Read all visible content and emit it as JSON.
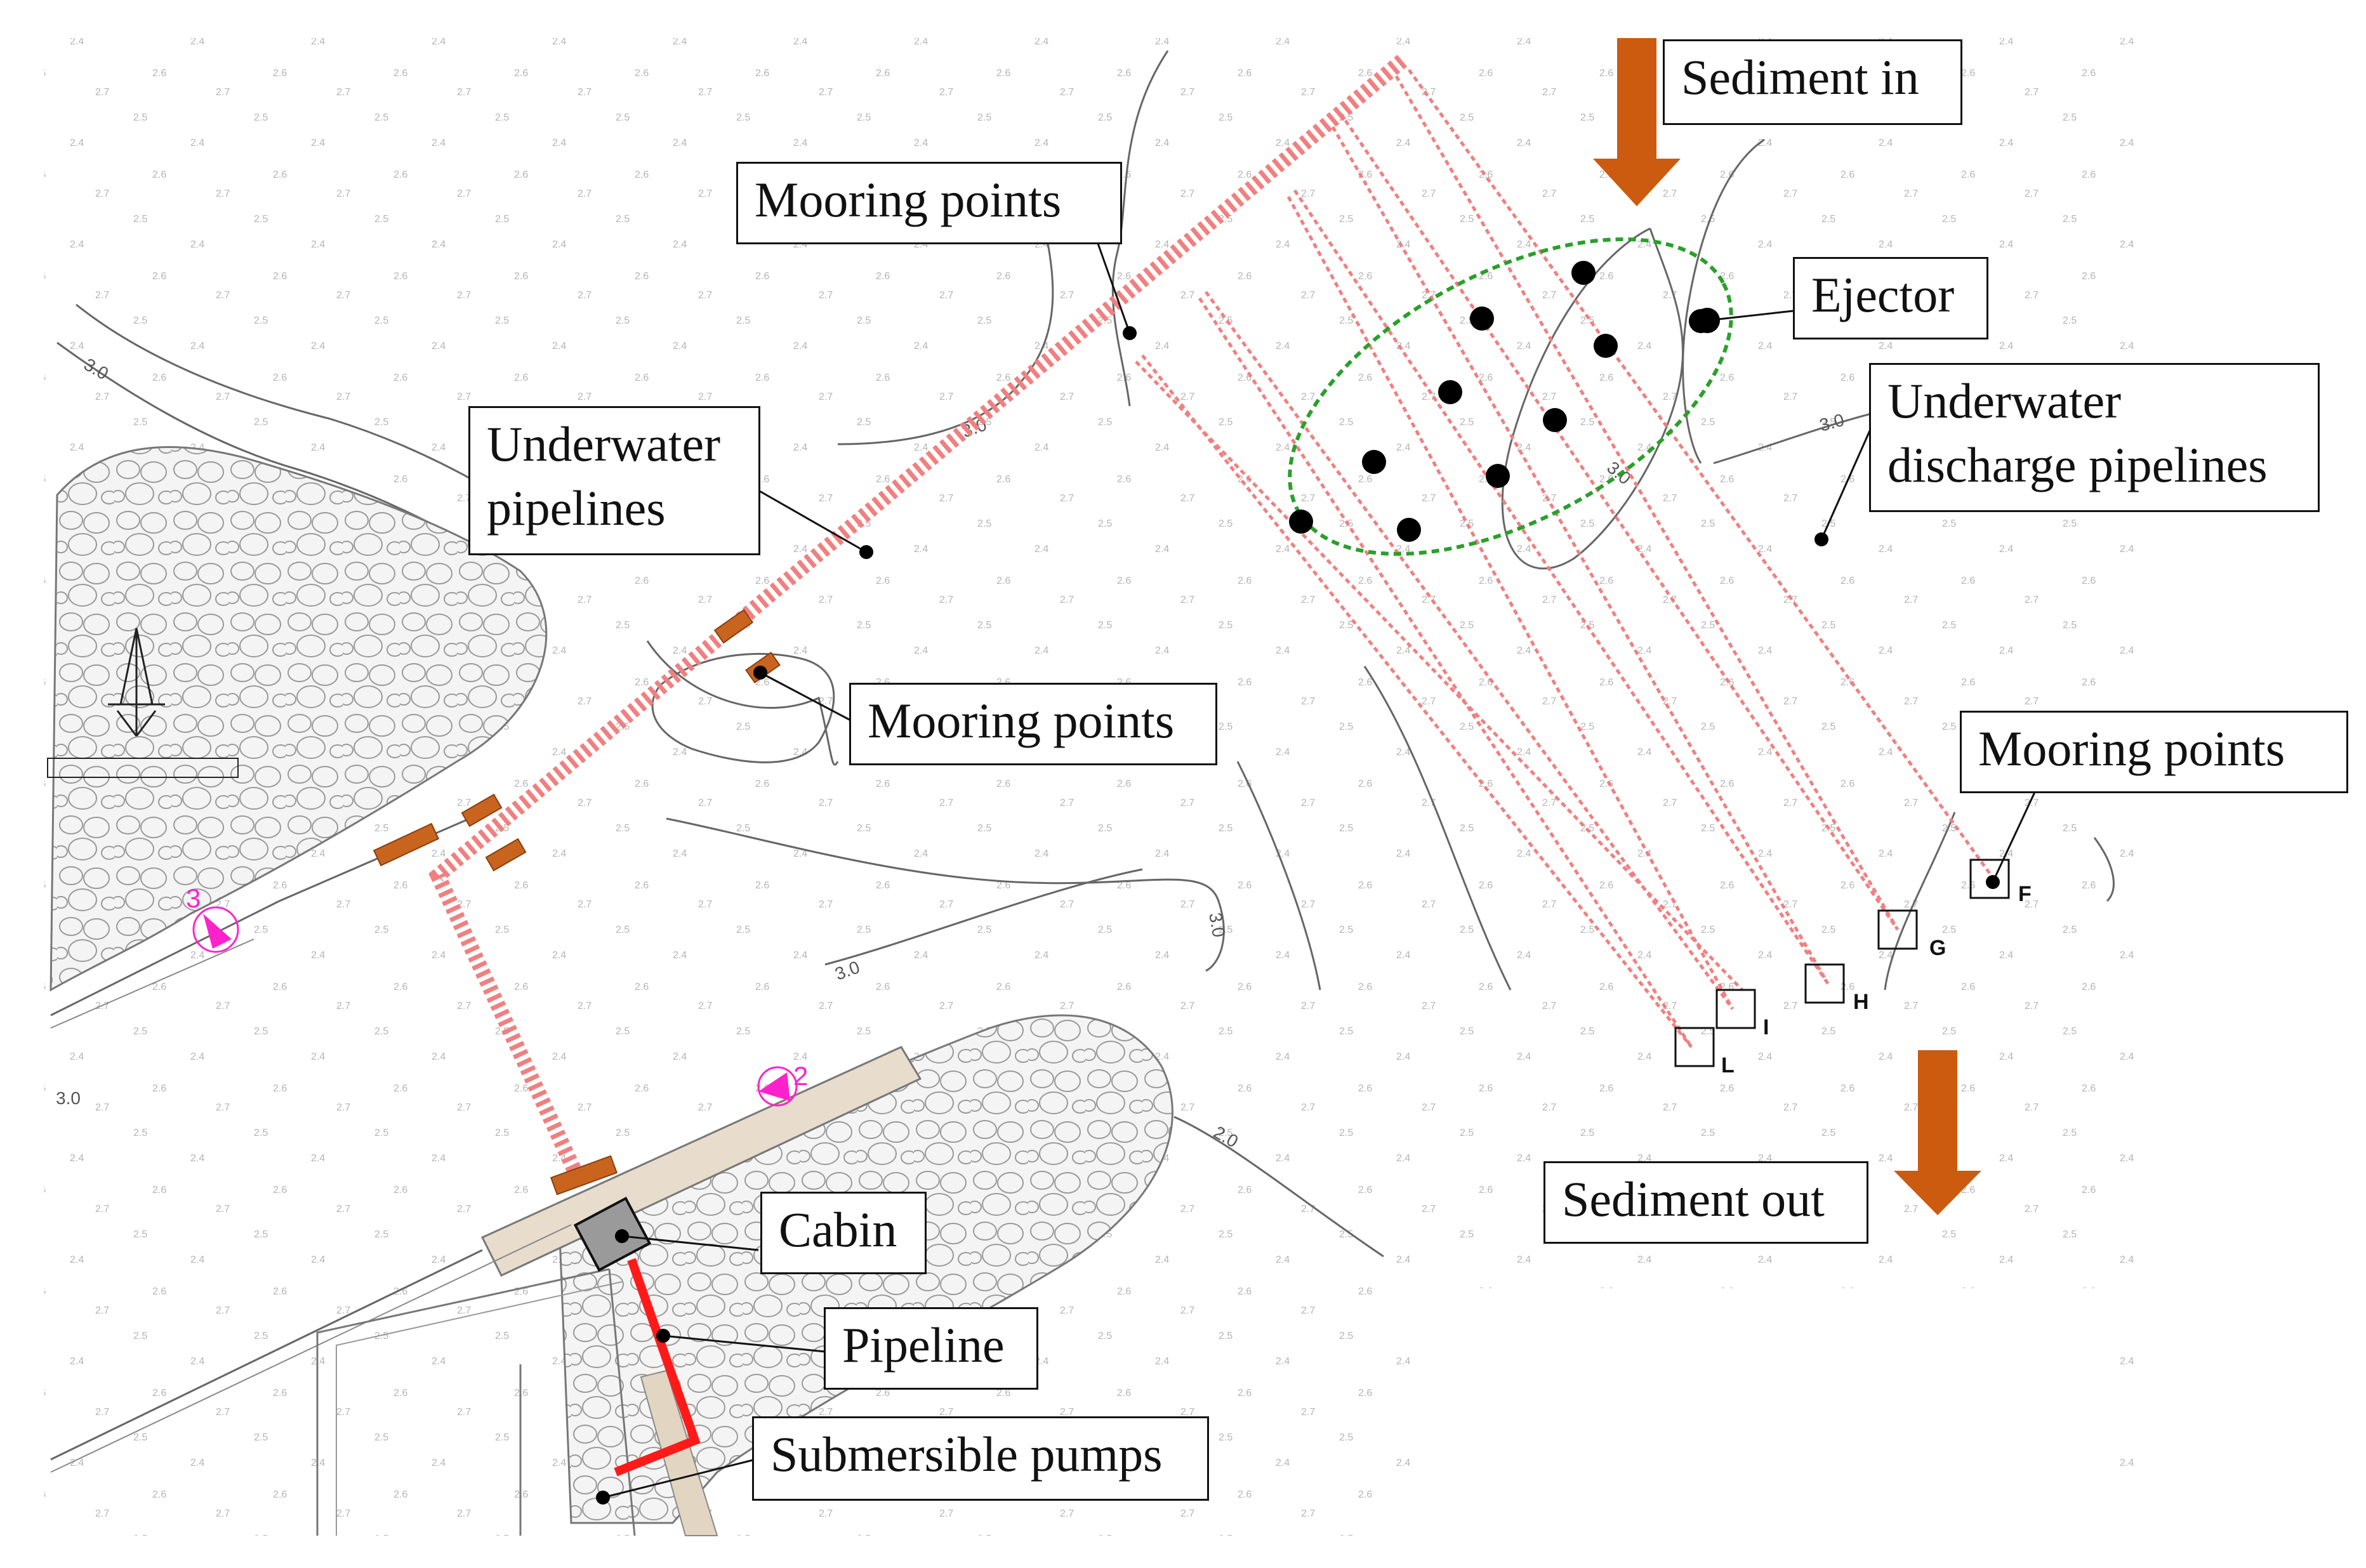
{
  "labels": {
    "sediment_in": "Sediment in",
    "sediment_out": "Sediment out",
    "mooring_points_top": "Mooring points",
    "mooring_points_mid": "Mooring points",
    "mooring_points_right": "Mooring points",
    "ejector": "Ejector",
    "underwater_pipelines_l1": "Underwater",
    "underwater_pipelines_l2": "pipelines",
    "underwater_discharge_l1": "Underwater",
    "underwater_discharge_l2": "discharge pipelines",
    "cabin": "Cabin",
    "pipeline": "Pipeline",
    "submersible_pumps": "Submersible pumps"
  },
  "map_marks": {
    "station_letters": [
      "F",
      "G",
      "H",
      "I",
      "L"
    ],
    "depth_contours": [
      "3.0",
      "2.0"
    ],
    "markers": [
      "3",
      "2"
    ]
  },
  "colors": {
    "pipeline_dashed": "#f08080",
    "pipeline_solid": "#ff1a1a",
    "mooring_block": "#c8641e",
    "arrow": "#cc5a0f",
    "ejector_ellipse": "#2aa02a",
    "marker_magenta": "#ff22cc",
    "rubble": "#eeeeee",
    "contour": "#555555"
  },
  "icons": [
    "north-arrow-icon",
    "station-marker-icon"
  ]
}
